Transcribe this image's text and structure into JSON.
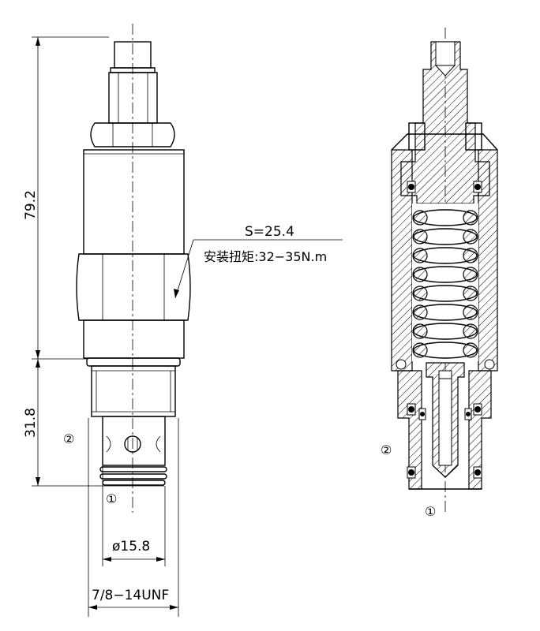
{
  "dimensions": {
    "overall_height": "79.2",
    "lower_height": "31.8",
    "hex_size": "S=25.4",
    "install_torque": "安装扭矩:32−35N.m",
    "diameter": "ø15.8",
    "thread": "7/8−14UNF"
  },
  "ports": {
    "port_2_left": "②",
    "port_1_left": "①",
    "port_2_right": "②",
    "port_1_right": "①"
  }
}
